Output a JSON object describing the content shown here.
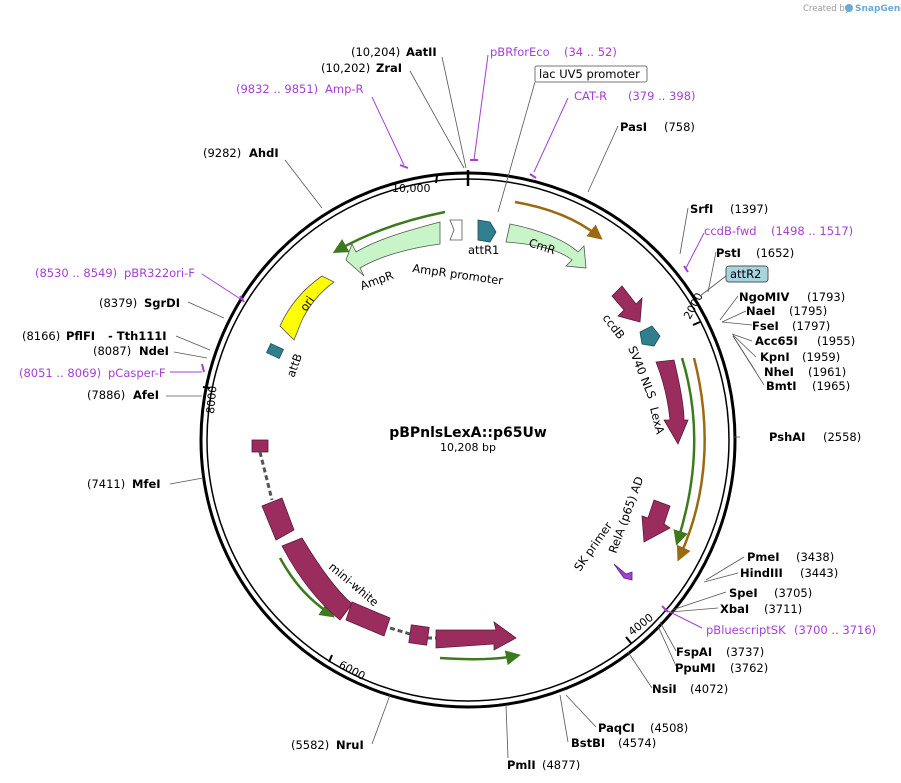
{
  "credit": {
    "created_by": "Created by",
    "brand": "SnapGene"
  },
  "plasmid": {
    "name": "pBPnlsLexA::p65Uw",
    "size_label": "10,208 bp"
  },
  "ticks": {
    "t10000": "10,000",
    "t2000": "2000",
    "t4000": "4000",
    "t6000": "6000",
    "t8000": "8000"
  },
  "sites": [
    {
      "pos": "(10,204)",
      "name": "AatII"
    },
    {
      "pos": "(10,202)",
      "name": "ZraI"
    },
    {
      "pos": "(9282)",
      "name": "AhdI"
    },
    {
      "pos": "(8379)",
      "name": "SgrDI"
    },
    {
      "pos": "(8166)",
      "name": "PflFI",
      "extra": "- Tth111I"
    },
    {
      "pos": "(8087)",
      "name": "NdeI"
    },
    {
      "pos": "(7886)",
      "name": "AfeI"
    },
    {
      "pos": "(7411)",
      "name": "MfeI"
    },
    {
      "pos": "(5582)",
      "name": "NruI"
    },
    {
      "pos": "(4877)",
      "name": "PmlI"
    },
    {
      "pos": "(4574)",
      "name": "BstBI"
    },
    {
      "pos": "(4508)",
      "name": "PaqCI"
    },
    {
      "pos": "(4072)",
      "name": "NsiI"
    },
    {
      "pos": "(3762)",
      "name": "PpuMI"
    },
    {
      "pos": "(3737)",
      "name": "FspAI"
    },
    {
      "pos": "(3711)",
      "name": "XbaI"
    },
    {
      "pos": "(3705)",
      "name": "SpeI"
    },
    {
      "pos": "(3443)",
      "name": "HindIII"
    },
    {
      "pos": "(3438)",
      "name": "PmeI"
    },
    {
      "pos": "(2558)",
      "name": "PshAI"
    },
    {
      "pos": "(1965)",
      "name": "BmtI"
    },
    {
      "pos": "(1961)",
      "name": "NheI"
    },
    {
      "pos": "(1959)",
      "name": "KpnI"
    },
    {
      "pos": "(1955)",
      "name": "Acc65I"
    },
    {
      "pos": "(1797)",
      "name": "FseI"
    },
    {
      "pos": "(1795)",
      "name": "NaeI"
    },
    {
      "pos": "(1793)",
      "name": "NgoMIV"
    },
    {
      "pos": "(1652)",
      "name": "PstI"
    },
    {
      "pos": "(1397)",
      "name": "SrfI"
    },
    {
      "pos": "(758)",
      "name": "PasI"
    }
  ],
  "primers": [
    {
      "name": "pBRforEco",
      "range": "(34 .. 52)"
    },
    {
      "name": "Amp-R",
      "range": "(9832 .. 9851)"
    },
    {
      "name": "CAT-R",
      "range": "(379 .. 398)"
    },
    {
      "name": "ccdB-fwd",
      "range": "(1498 .. 1517)"
    },
    {
      "name": "pBR322ori-F",
      "range": "(8530 .. 8549)"
    },
    {
      "name": "pCasper-F",
      "range": "(8051 .. 8069)"
    },
    {
      "name": "pBluescriptSK",
      "range": "(3700 .. 3716)"
    }
  ],
  "boxed": {
    "lac": "lac UV5 promoter",
    "attr2": "attR2"
  },
  "features": {
    "attr1": "attR1",
    "ampr_promoter": "AmpR promoter",
    "cmr": "CmR",
    "ampr": "AmpR",
    "ori": "ori",
    "attb": "attB",
    "ccdb": "ccdB",
    "sv40": "SV40 NLS",
    "lexa": "LexA",
    "rela": "RelA (p65) AD",
    "sk": "SK primer",
    "miniwhite": "mini-white"
  },
  "colors": {
    "backbone": "#000000",
    "feature_green": "#c8f5c8",
    "green_line": "#5aa02c",
    "orange": "#f0a830",
    "maroon": "#9b2c5e",
    "teal": "#2f7f8f",
    "yellow": "#ffff00",
    "primer": "#a63fd4",
    "attr2_fill": "#a8d4e0"
  }
}
